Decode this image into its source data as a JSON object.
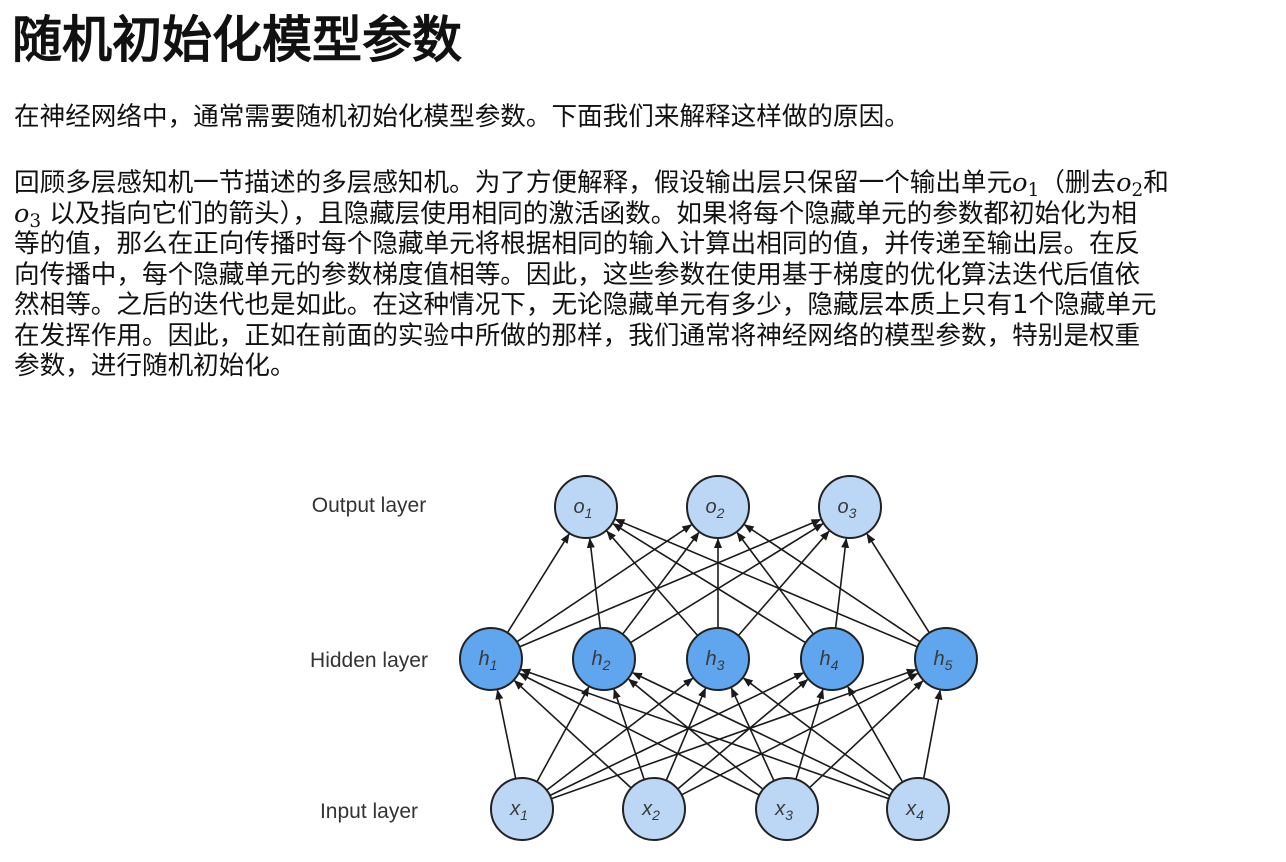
{
  "title": "随机初始化模型参数",
  "intro": "在神经网络中，通常需要随机初始化模型参数。下面我们来解释这样做的原因。",
  "paragraph": {
    "line1_a": "回顾多层感知机一节描述的多层感知机。为了方便解释，假设输出层只保留一个输出单元",
    "o1_var": "o",
    "o1_sub": "1",
    "line1_b": "（删去",
    "o2_var": "o",
    "o2_sub": "2",
    "line1_c": "和",
    "o3_var": "o",
    "o3_sub": "3",
    "line2": "以及指向它们的箭头），且隐藏层使用相同的激活函数。如果将每个隐藏单元的参数都初始化为相",
    "line3": "等的值，那么在正向传播时每个隐藏单元将根据相同的输入计算出相同的值，并传递至输出层。在反",
    "line4": "向传播中，每个隐藏单元的参数梯度值相等。因此，这些参数在使用基于梯度的优化算法迭代后值依",
    "line5": "然相等。之后的迭代也是如此。在这种情况下，无论隐藏单元有多少，隐藏层本质上只有1个隐藏单元",
    "line6": "在发挥作用。因此，正如在前面的实验中所做的那样，我们通常将神经网络的模型参数，特别是权重",
    "line7": "参数，进行随机初始化。"
  },
  "figure": {
    "output_label": "Output layer",
    "hidden_label": "Hidden layer",
    "input_label": "Input layer",
    "output_nodes": [
      {
        "var": "o",
        "sub": "1"
      },
      {
        "var": "o",
        "sub": "2"
      },
      {
        "var": "o",
        "sub": "3"
      }
    ],
    "hidden_nodes": [
      {
        "var": "h",
        "sub": "1"
      },
      {
        "var": "h",
        "sub": "2"
      },
      {
        "var": "h",
        "sub": "3"
      },
      {
        "var": "h",
        "sub": "4"
      },
      {
        "var": "h",
        "sub": "5"
      }
    ],
    "input_nodes": [
      {
        "var": "x",
        "sub": "1"
      },
      {
        "var": "x",
        "sub": "2"
      },
      {
        "var": "x",
        "sub": "3"
      },
      {
        "var": "x",
        "sub": "4"
      }
    ],
    "colors": {
      "light_node": "#bcd7f6",
      "hidden_node": "#5fa6ee",
      "stroke": "#222222",
      "edge": "#1a1a1a"
    }
  }
}
